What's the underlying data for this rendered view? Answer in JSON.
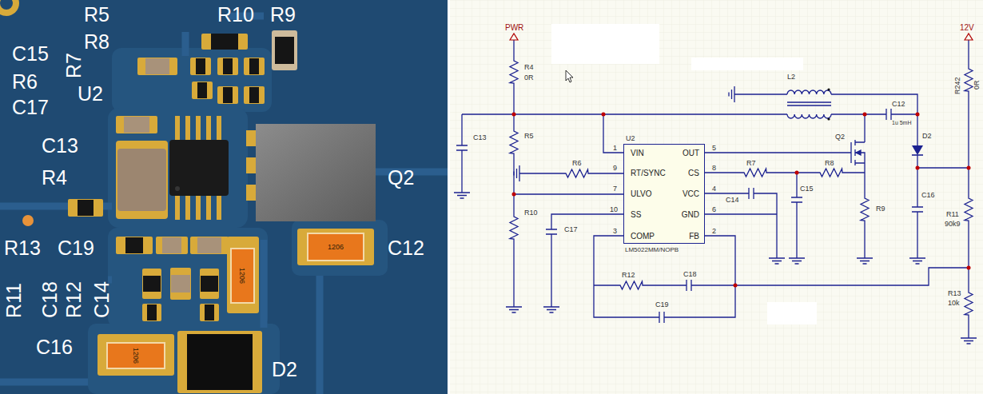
{
  "diagram": {
    "nodes": [
      {
        "text": [
          "1206"
        ]
      },
      {
        "text": [
          "1206"
        ]
      },
      {
        "text": [
          "1206"
        ]
      },
      {
        "text": [
          "VIN",
          "OUT",
          "RT/SYNC",
          "CS",
          "ULVO",
          "VCC",
          "SS",
          "GND",
          "COMP",
          "FB"
        ]
      }
    ],
    "labels": [
      "R5",
      "R10",
      "R9",
      "R8",
      "C15",
      "R7",
      "R6",
      "U2",
      "C17",
      "C13",
      "R4",
      "Q2",
      "R13",
      "C19",
      "C12",
      "R11",
      "C18",
      "R12",
      "C14",
      "C16",
      "D2",
      "PWR",
      "R4",
      "0R",
      "C13",
      "R5",
      "R6",
      "R10",
      "C17",
      "U2",
      "1",
      "9",
      "7",
      "10",
      "3",
      "5",
      "8",
      "4",
      "6",
      "2",
      "LM5022MM/NOPB",
      "L2",
      "C12",
      "1u 5mH",
      "Q2",
      "D2",
      "R7",
      "R8",
      "C14",
      "C15",
      "R9",
      "C16",
      "R12",
      "C18",
      "C19",
      "12V",
      "R242",
      "0R",
      "R11",
      "90k9",
      "R13",
      "10k"
    ]
  }
}
